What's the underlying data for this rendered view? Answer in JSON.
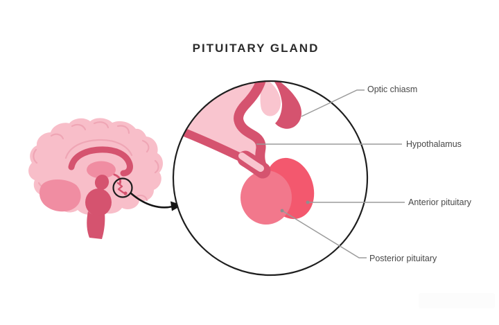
{
  "title": "PITUITARY GLAND",
  "figure": {
    "type": "anatomical-diagram",
    "subject": "Location and magnified view of the pituitary gland in a sagittal brain section",
    "annotations": [
      {
        "id": "optic-chiasm",
        "text": "Optic chiasm"
      },
      {
        "id": "hypothalamus",
        "text": "Hypothalamus"
      },
      {
        "id": "anterior-pituitary",
        "text": "Anterior pituitary"
      },
      {
        "id": "posterior-pituitary",
        "text": "Posterior pituitary"
      }
    ],
    "palette": {
      "background": "#FFFFFF",
      "cortex_light_pink": "#F8BEC9",
      "gyri_line_pink": "#EFA6B5",
      "ventricle_light_pink": "#F9C5CF",
      "medium_pink": "#F08DA2",
      "dark_rose": "#D5536F",
      "anterior_lobe_dark_pink": "#F3586E",
      "posterior_lobe_pink": "#F2788C",
      "leader_line_gray": "#9B9B9B",
      "outline_black": "#1E1E1E",
      "label_text_gray": "#474747",
      "title_text": "#2B2B2B"
    }
  }
}
